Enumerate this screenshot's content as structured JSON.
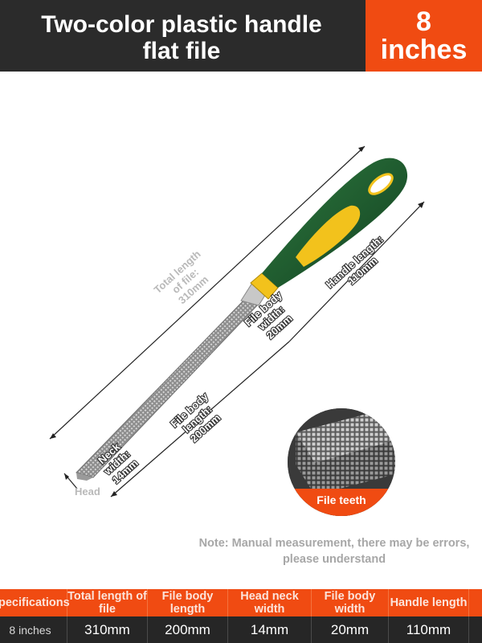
{
  "header": {
    "title_line1": "Two-color plastic handle",
    "title_line2": "flat file",
    "badge_line1": "8",
    "badge_line2": "inches"
  },
  "labels": {
    "total_length_1": "Total length",
    "total_length_2": "of file:",
    "total_length_3": "310mm",
    "body_width_1": "File body",
    "body_width_2": "width:",
    "body_width_3": "20mm",
    "handle_length_1": "Handle length:",
    "handle_length_2": "110mm",
    "body_length_1": "File body",
    "body_length_2": "length:",
    "body_length_3": "200mm",
    "neck_width_1": "Neck",
    "neck_width_2": "width:",
    "neck_width_3": "14mm",
    "head": "Head",
    "file_teeth": "File teeth"
  },
  "note": "Note: Manual measurement, there may be errors, please understand",
  "table": {
    "headers": [
      "Specifications",
      "Total length of file",
      "File body length",
      "Head neck width",
      "File body width",
      "Handle length"
    ],
    "values": [
      "8 inches",
      "310mm",
      "200mm",
      "14mm",
      "20mm",
      "110mm"
    ]
  },
  "colors": {
    "accent": "#f04b12",
    "header_bg": "#2b2b2b",
    "handle_green": "#1d5f2f",
    "handle_yellow": "#f2c21c"
  }
}
